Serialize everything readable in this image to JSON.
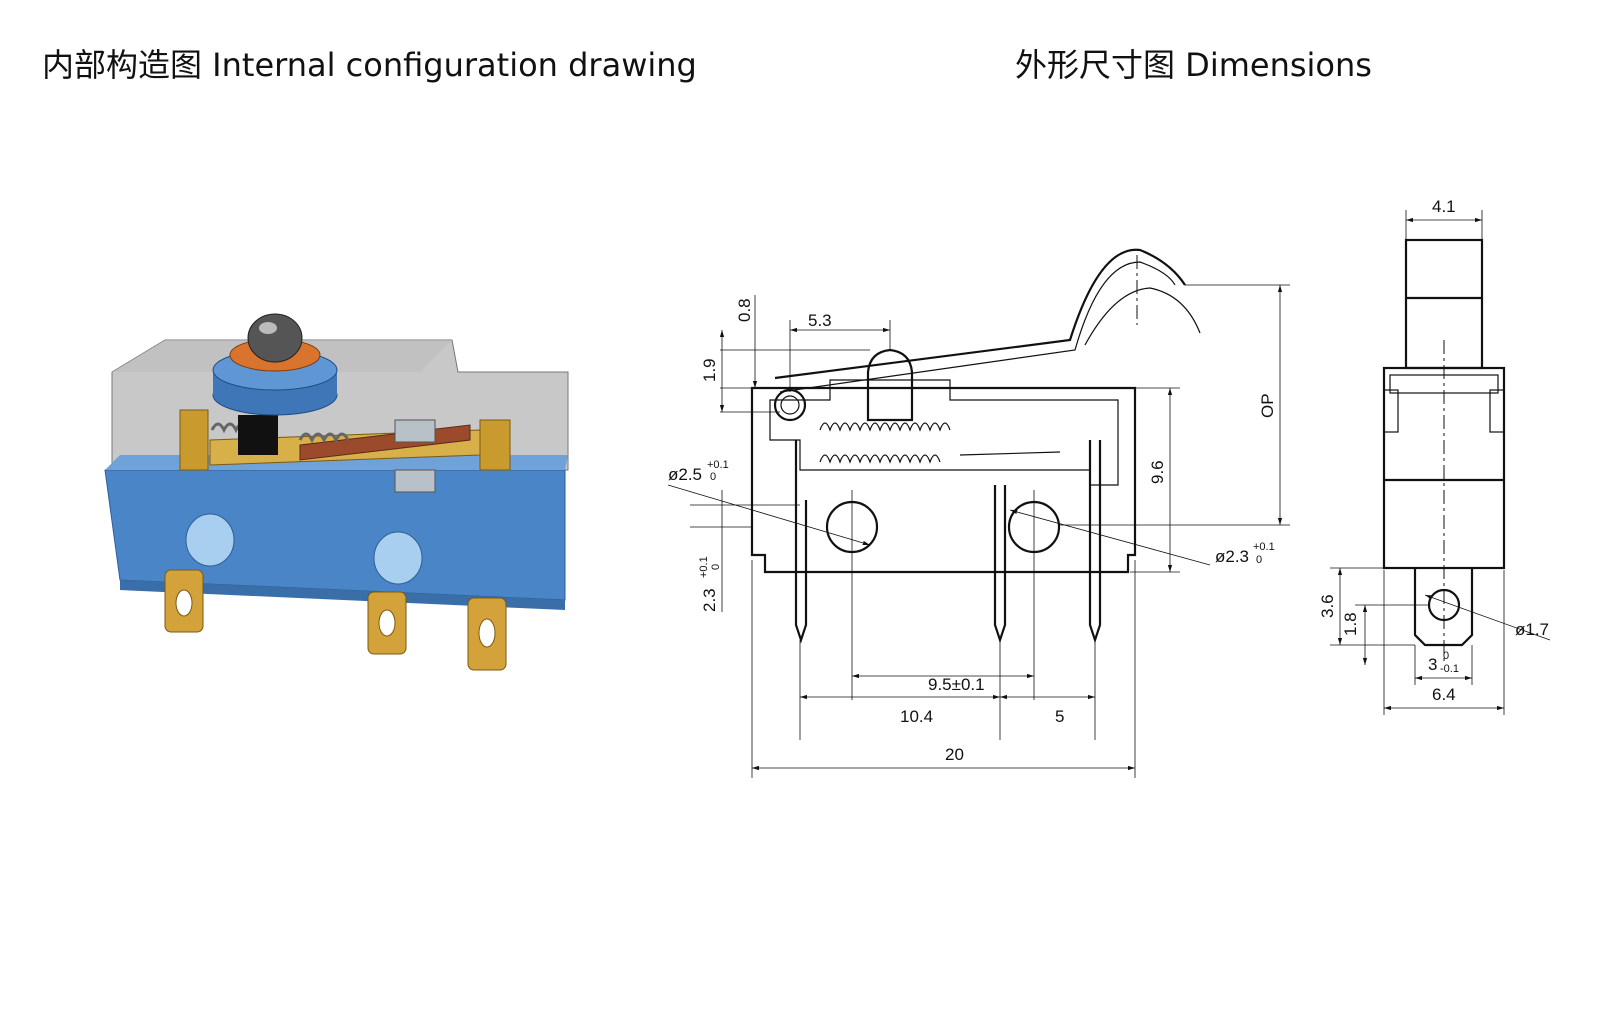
{
  "titles": {
    "internal": "内部构造图 Internal configuration drawing",
    "dimensions": "外形尺寸图 Dimensions"
  },
  "dims": {
    "d08": "0.8",
    "d53": "5.3",
    "d19": "1.9",
    "d25": "ø2.5",
    "d25_tol_up": "+0.1",
    "d25_tol_dn": "0",
    "d23v": "2.3",
    "d23v_tol_up": "+0.1",
    "d23v_tol_dn": "0",
    "d96": "9.6",
    "dop": "OP",
    "d23h": "ø2.3",
    "d23h_tol_up": "+0.1",
    "d23h_tol_dn": "0",
    "d95": "9.5±0.1",
    "d104": "10.4",
    "d5": "5",
    "d20": "20",
    "d41": "4.1",
    "d36": "3.6",
    "d18": "1.8",
    "d17": "ø1.7",
    "d3": "3",
    "d3_tol_up": "0",
    "d3_tol_dn": "-0.1",
    "d64": "6.4"
  }
}
